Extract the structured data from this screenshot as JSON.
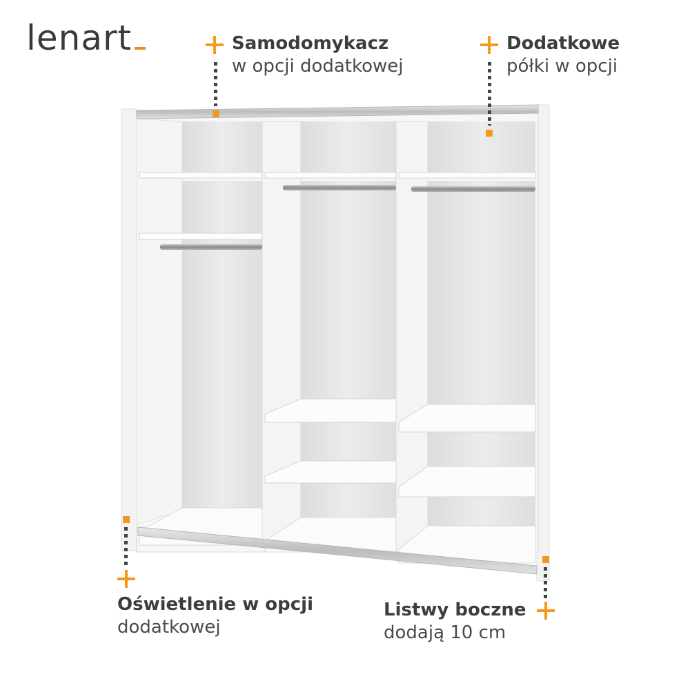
{
  "brand": {
    "logo_text": "lenart"
  },
  "callouts": [
    {
      "title": "Samodomykacz",
      "subtitle": "w opcji dodatkowej"
    },
    {
      "title": "Dodatkowe",
      "subtitle": "półki w opcji"
    },
    {
      "title": "Oświetlenie w opcji",
      "subtitle": "dodatkowej"
    },
    {
      "title": "Listwy boczne",
      "subtitle": "dodają 10 cm"
    }
  ],
  "colors": {
    "accent": "#f39a1e",
    "text": "#3d3d3d",
    "wardrobe": "#f7f7f7",
    "back_panel": "#e4e4e4"
  },
  "icons": [
    "plus-icon"
  ]
}
